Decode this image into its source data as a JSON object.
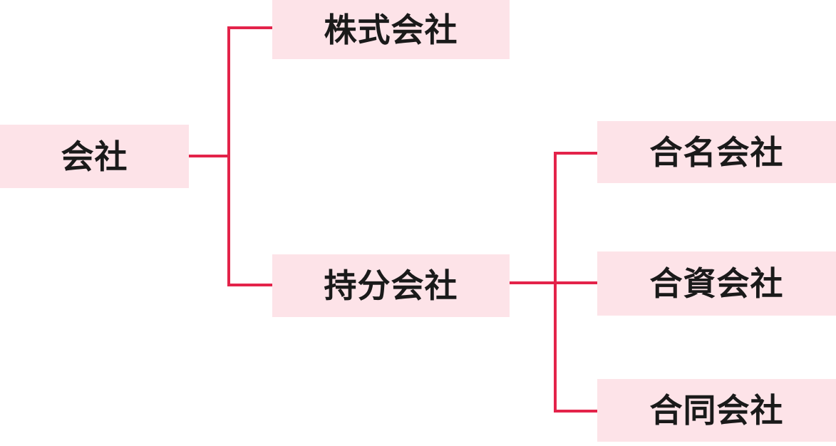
{
  "diagram": {
    "root": {
      "label": "会社"
    },
    "kabushiki": {
      "label": "株式会社"
    },
    "mochibun": {
      "label": "持分会社"
    },
    "gomei": {
      "label": "合名会社"
    },
    "goshi": {
      "label": "合資会社"
    },
    "godo": {
      "label": "合同会社"
    }
  },
  "colors": {
    "connector": "#e3234a",
    "node_fill": "#fde3e8",
    "text": "#1a1a1a"
  }
}
